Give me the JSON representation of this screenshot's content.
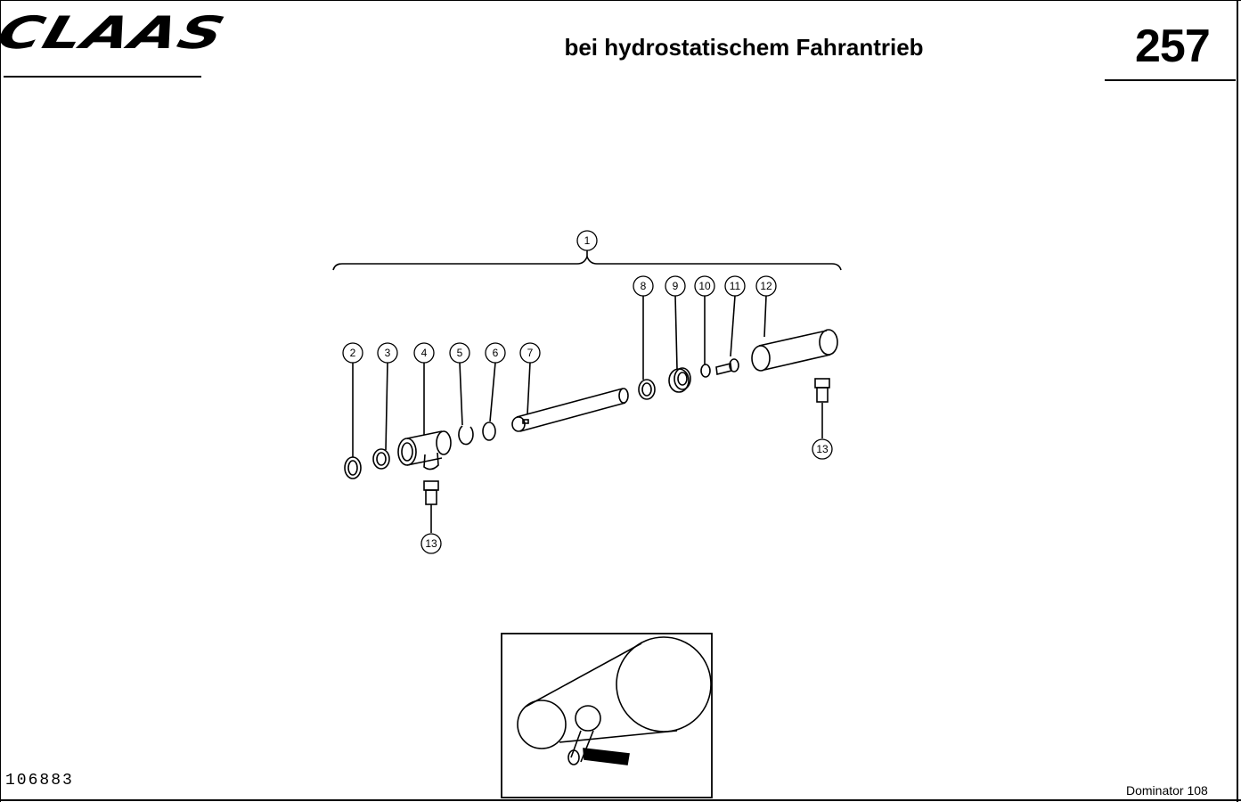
{
  "header": {
    "logo_text": "CLAAS",
    "title": "bei hydrostatischem Fahrantrieb",
    "page_number": "257"
  },
  "footer": {
    "drawing_number": "106883",
    "model": "Dominator 108"
  },
  "callouts": [
    "1",
    "2",
    "3",
    "4",
    "5",
    "6",
    "7",
    "8",
    "9",
    "10",
    "11",
    "12",
    "13",
    "13"
  ]
}
